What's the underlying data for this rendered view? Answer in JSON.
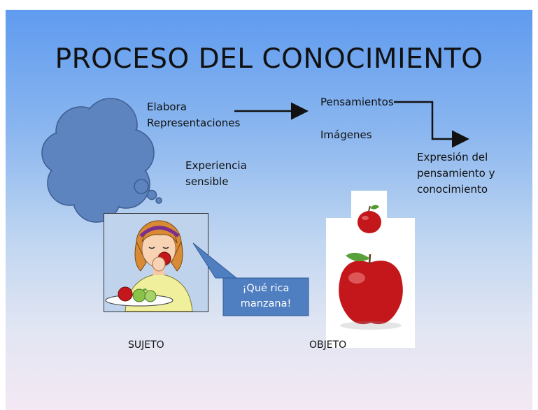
{
  "title": "PROCESO DEL CONOCIMIENTO",
  "labels": {
    "elabora": "Elabora\nRepresentaciones",
    "pensamientos": "Pensamientos",
    "imagenes": "Imágenes",
    "expresion": "Expresión del\npensamiento y\nconocimiento",
    "experiencia": "Experiencia\nsensible",
    "callout": "¡Qué rica\nmanzana!",
    "sujeto": "SUJETO",
    "objeto": "OBJETO"
  },
  "colors": {
    "cloud": "#5e84bf",
    "callout": "#4f7ec1",
    "apple": "#c3171b",
    "hair": "#d98a34",
    "shirt": "#f0ef9c"
  },
  "icons": [
    "thought-cloud-icon",
    "girl-eating-apple-icon",
    "apple-icon"
  ]
}
